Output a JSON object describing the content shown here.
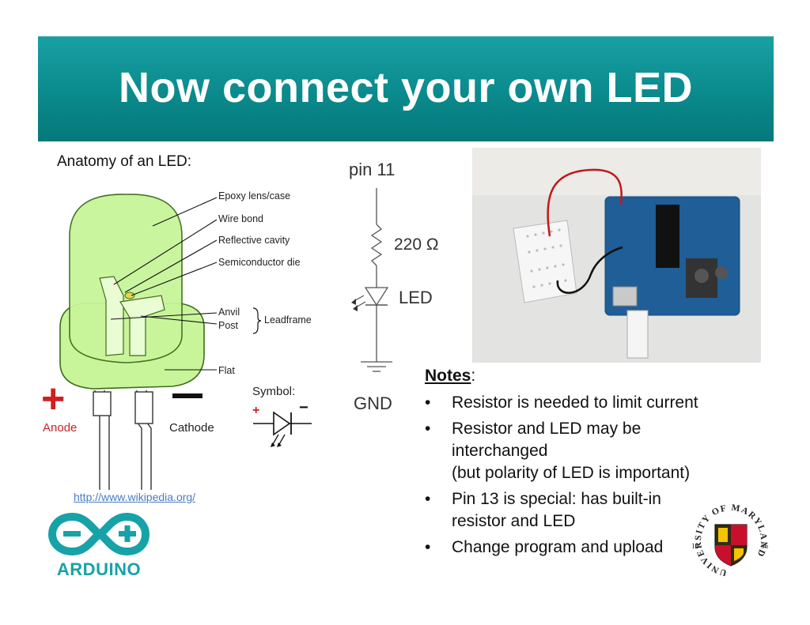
{
  "slide": {
    "title": "Now connect your own LED",
    "anatomy_label": "Anatomy of an LED:",
    "source_link": "http://www.wikipedia.org/"
  },
  "led_diagram": {
    "labels": {
      "epoxy": "Epoxy lens/case",
      "wire_bond": "Wire bond",
      "reflective": "Reflective cavity",
      "semiconductor": "Semiconductor die",
      "anvil": "Anvil",
      "post": "Post",
      "leadframe": "Leadframe",
      "flat": "Flat",
      "symbol": "Symbol:",
      "anode": "Anode",
      "cathode": "Cathode",
      "plus": "+",
      "minus": "−"
    },
    "colors": {
      "lens": "#c8f59a",
      "outline": "#3f6b1a",
      "anode": "#d02020"
    }
  },
  "schematic": {
    "pin": "pin 11",
    "resistor": "220 Ω",
    "led": "LED",
    "gnd": "GND"
  },
  "notes": {
    "heading": "Notes",
    "heading_suffix": ":",
    "bullet_glyph": "•",
    "items": [
      {
        "text": "Resistor is needed to limit current"
      },
      {
        "text": "Resistor and LED may be\ninterchanged\n(but polarity of LED is important)"
      },
      {
        "text": "Pin 13 is special: has built-in\nresistor and LED"
      },
      {
        "text": "Change program and upload"
      }
    ]
  },
  "logos": {
    "arduino": "ARDUINO",
    "umd_ring": "UNIVERSITY OF MARYLAND",
    "umd_left": "18",
    "umd_right": "56"
  },
  "colors": {
    "banner": "#0a8a8c",
    "arduino_teal": "#17a2a8",
    "link": "#4a7bc2"
  }
}
